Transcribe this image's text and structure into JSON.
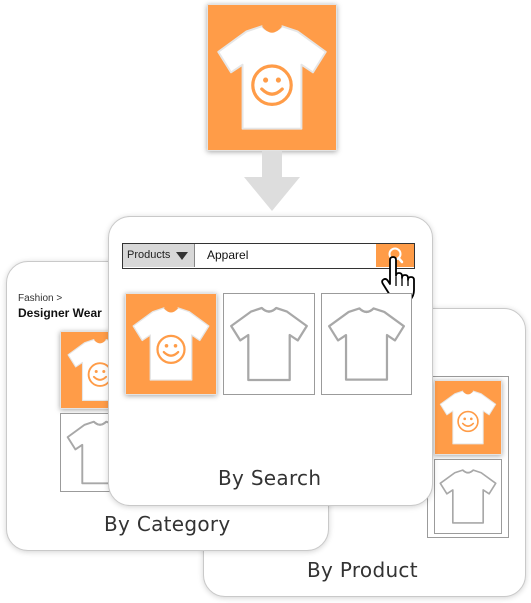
{
  "colors": {
    "accent": "#ff9c48",
    "outline": "#9b9b9b",
    "arrow": "#dddddd"
  },
  "category_card": {
    "breadcrumb_parent": "Fashion >",
    "breadcrumb_current": "Designer Wear",
    "label": "By Category"
  },
  "search_card": {
    "dropdown_label": "Products",
    "search_value": "Apparel",
    "label": "By Search"
  },
  "product_card": {
    "label": "By Product"
  },
  "icons": [
    "tshirt-smiley-icon",
    "tshirt-outline-icon",
    "down-arrow-icon",
    "search-icon",
    "hand-cursor-icon",
    "dropdown-caret-icon"
  ]
}
